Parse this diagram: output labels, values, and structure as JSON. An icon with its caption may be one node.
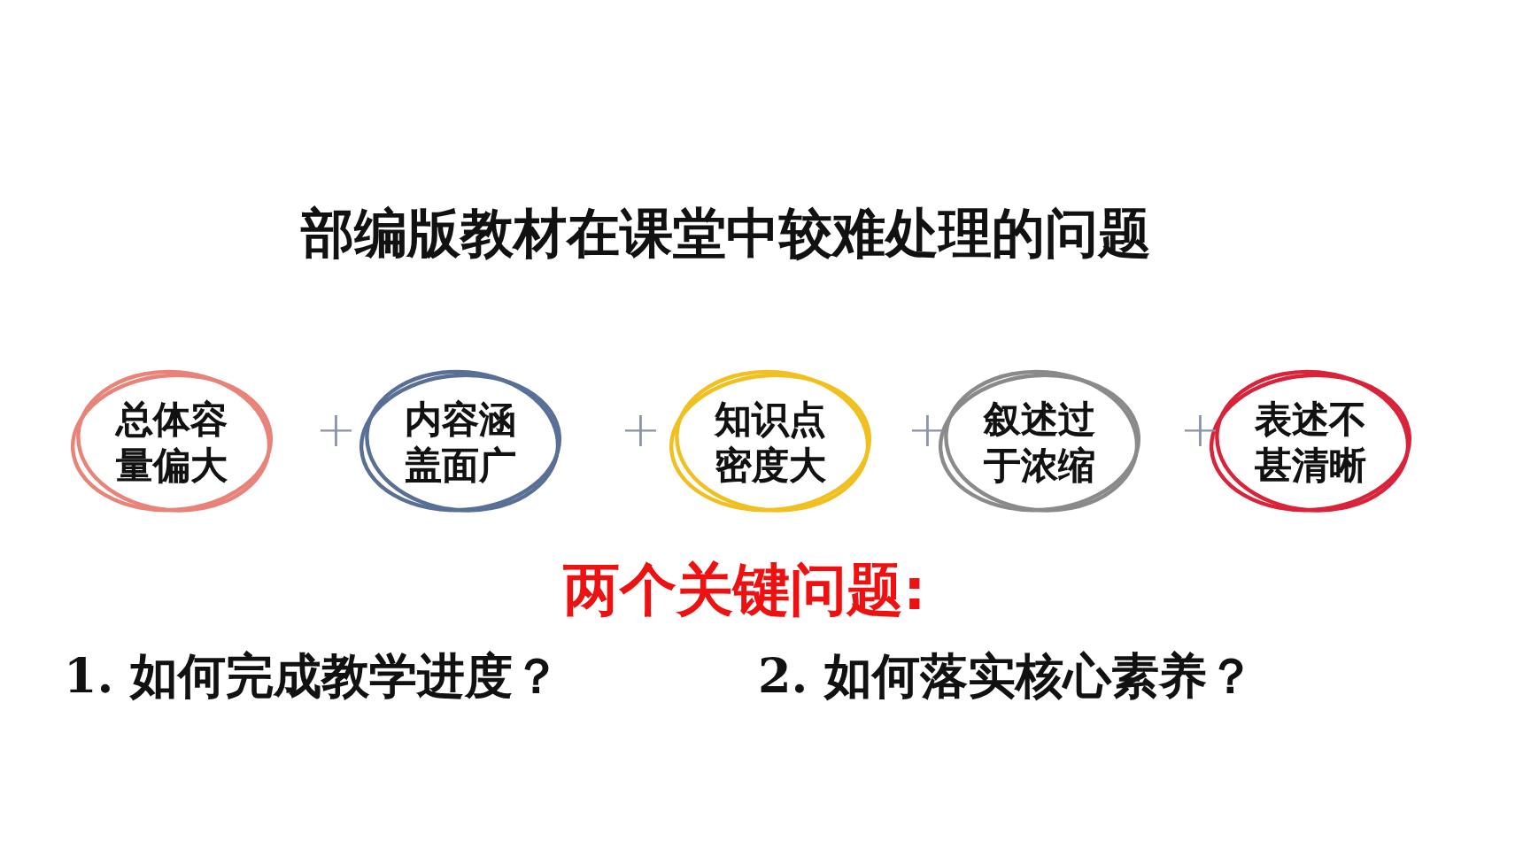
{
  "diagram": {
    "title": "部编版教材在课堂中较难处理的问题",
    "nodes": [
      {
        "text": [
          "总体容量偏大"
        ]
      },
      {
        "text": [
          "内容涵盖面广"
        ]
      },
      {
        "text": [
          "知识点密度大"
        ]
      },
      {
        "text": [
          "叙述过于浓缩"
        ]
      },
      {
        "text": [
          "表述不甚清晰"
        ]
      }
    ],
    "labels": [
      "+",
      "+",
      "+",
      "+",
      "两个关键问题:",
      "1. 如何完成教学进度？",
      "2. 如何落实核心素养？"
    ]
  }
}
